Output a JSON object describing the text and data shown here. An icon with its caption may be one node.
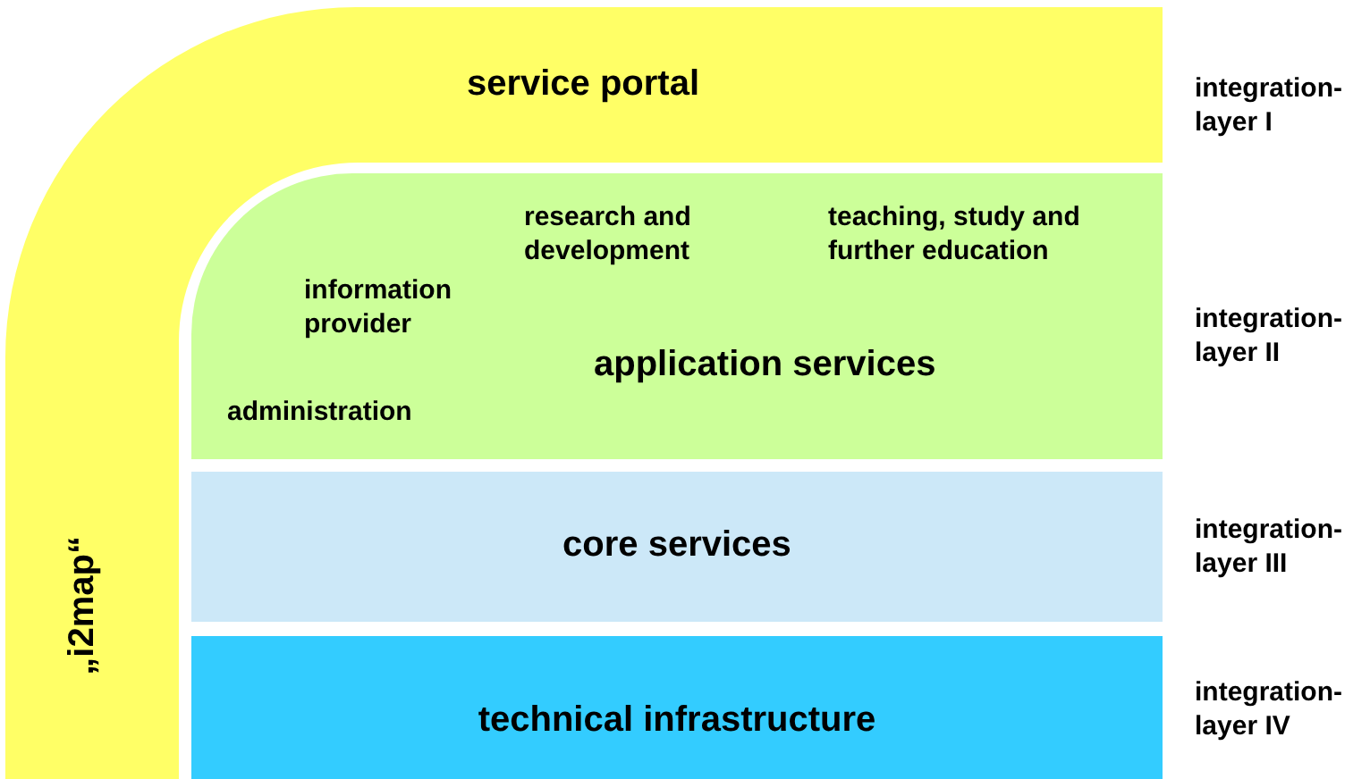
{
  "diagram": {
    "nodes": [
      {
        "text": [
          "service portal",
          "„i2map“"
        ],
        "beside": [
          "integration-layer I"
        ]
      },
      {
        "text": [
          "research and development",
          "teaching, study and further education",
          "information provider",
          "application services",
          "administration"
        ],
        "beside": [
          "integration-layer II"
        ]
      },
      {
        "text": [
          "core services"
        ],
        "beside": [
          "integration-layer III"
        ]
      },
      {
        "text": [
          "technical infrastructure"
        ],
        "beside": [
          "integration-layer IV"
        ]
      }
    ],
    "edges": []
  }
}
